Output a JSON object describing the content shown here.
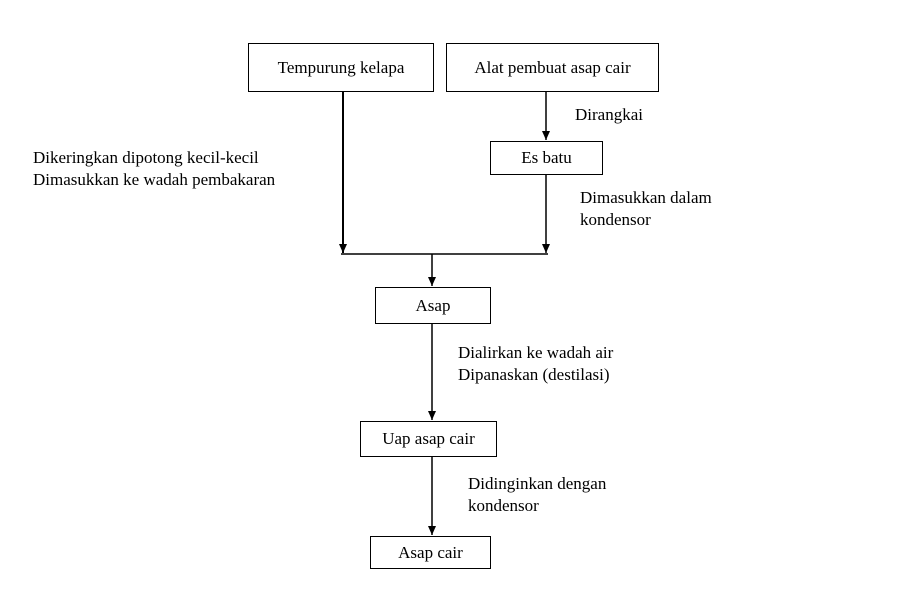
{
  "nodes": {
    "tempurung": "Tempurung kelapa",
    "alat": "Alat pembuat asap cair",
    "es_batu": "Es batu",
    "asap": "Asap",
    "uap": "Uap asap cair",
    "asap_cair": "Asap cair"
  },
  "edges": {
    "dirangkai": "Dirangkai",
    "dikeringkan_1": "Dikeringkan dipotong kecil-kecil",
    "dikeringkan_2": "Dimasukkan ke wadah pembakaran",
    "dimasukkan_1": "Dimasukkan dalam",
    "dimasukkan_2": "kondensor",
    "dialirkan_1": "Dialirkan ke wadah air",
    "dialirkan_2": "Dipanaskan (destilasi)",
    "didinginkan_1": "Didinginkan dengan",
    "didinginkan_2": "kondensor"
  }
}
